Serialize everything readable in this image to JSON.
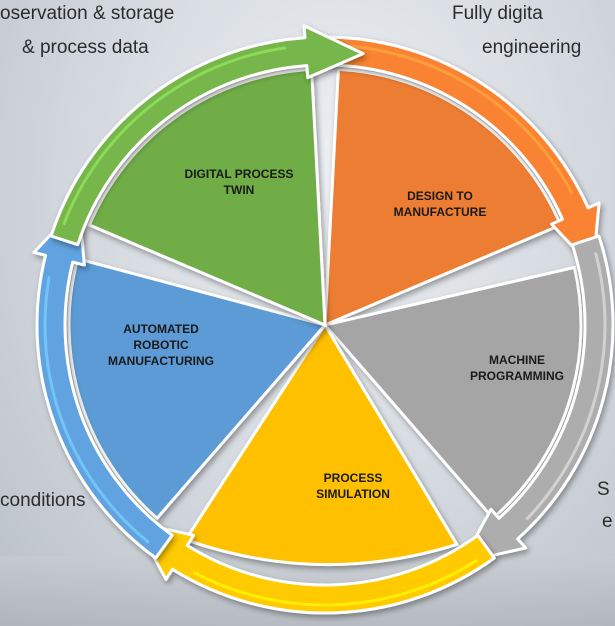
{
  "captions": {
    "top_left_line1": "oservation & storage",
    "top_left_line2": "& process data",
    "top_right_line1": "Fully digita",
    "top_right_line2": "engineering",
    "left": "conditions",
    "right_line1": "S",
    "right_line2": "e"
  },
  "segments": [
    {
      "id": "design-to-manufacture",
      "line1": "DESIGN TO",
      "line2": "MANUFACTURE",
      "color": "#ed7d31"
    },
    {
      "id": "machine-programming",
      "line1": "MACHINE",
      "line2": "PROGRAMMING",
      "color": "#a5a5a5"
    },
    {
      "id": "process-simulation",
      "line1": "PROCESS",
      "line2": "SIMULATION",
      "color": "#ffc000"
    },
    {
      "id": "automated-robotic-manufacturing",
      "line1": "AUTOMATED",
      "line2": "ROBOTIC",
      "line3": "MANUFACTURING",
      "color": "#5b9bd5"
    },
    {
      "id": "digital-process-twin",
      "line1": "DIGITAL PROCESS",
      "line2": "TWIN",
      "color": "#70ad47"
    }
  ]
}
